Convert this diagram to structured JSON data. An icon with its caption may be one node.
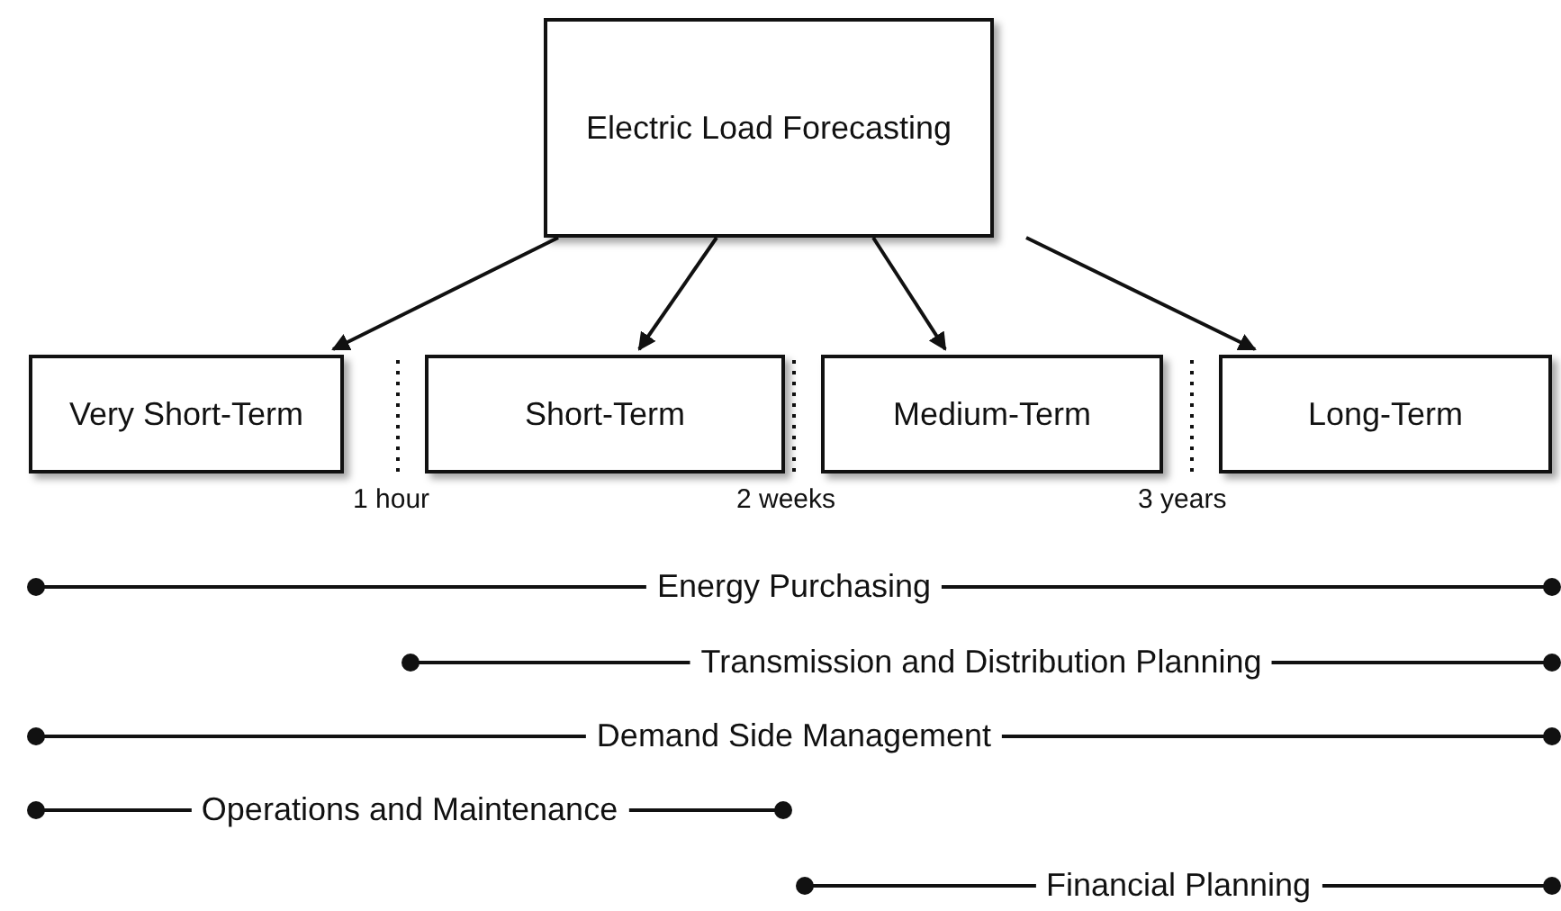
{
  "diagram": {
    "nodes": [
      {
        "text": [
          "Electric Load Forecasting"
        ]
      },
      {
        "text": [
          "Very Short-Term"
        ]
      },
      {
        "text": [
          "Short-Term"
        ]
      },
      {
        "text": [
          "Medium-Term"
        ]
      },
      {
        "text": [
          "Long-Term"
        ]
      }
    ],
    "edges": [
      {
        "from": 0,
        "to": 1,
        "arrow": "to"
      },
      {
        "from": 0,
        "to": 2,
        "arrow": "to"
      },
      {
        "from": 0,
        "to": 3,
        "arrow": "to"
      },
      {
        "from": 0,
        "to": 4,
        "arrow": "to"
      }
    ],
    "labels": [
      "1 hour",
      "2 weeks",
      "3 years",
      "Energy Purchasing",
      "Transmission and Distribution Planning",
      "Demand Side Management",
      "Operations and Maintenance",
      "Financial Planning"
    ]
  }
}
